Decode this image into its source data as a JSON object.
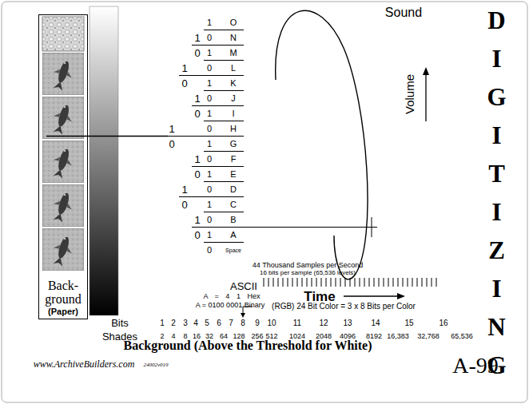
{
  "diagram": {
    "title": "DIGITIZING",
    "caption": "Background (Above the Threshold for White)",
    "nodes": [
      {
        "text": [
          "Back- ground",
          "(Paper)"
        ]
      }
    ],
    "labels": [
      "Sound",
      "Volume",
      "Time",
      "ASCII",
      "A = 4 1 Hex",
      "A = 0100 0001 Binary",
      "44 Thousand Samples per Second",
      "16 bits per sample (65,536 levels)",
      "(RGB) 24 Bit Color = 3 x 8 Bits per Color",
      "Bits",
      "Shades",
      "www.ArchiveBuilders.com",
      "24002v019",
      "A-99",
      "O",
      "N",
      "M",
      "L",
      "K",
      "J",
      "I",
      "H",
      "G",
      "F",
      "E",
      "D",
      "C",
      "B",
      "A",
      "Space",
      "1",
      "2",
      "3",
      "4",
      "5",
      "6",
      "7",
      "8",
      "9",
      "10",
      "11",
      "12",
      "13",
      "14",
      "15",
      "16",
      "2",
      "4",
      "8",
      "16",
      "32",
      "64",
      "128",
      "256",
      "512",
      "1024",
      "2048",
      "4096",
      "8192",
      "16,383",
      "32,768",
      "65,536",
      "1",
      "0",
      "1",
      "0",
      "1",
      "0",
      "1",
      "0",
      "1",
      "0",
      "1",
      "0",
      "1",
      "0",
      "1",
      "0",
      "1",
      "0",
      "1",
      "0",
      "1",
      "0",
      "1",
      "0",
      "1",
      "0",
      "1",
      "0",
      "1",
      "0"
    ]
  }
}
